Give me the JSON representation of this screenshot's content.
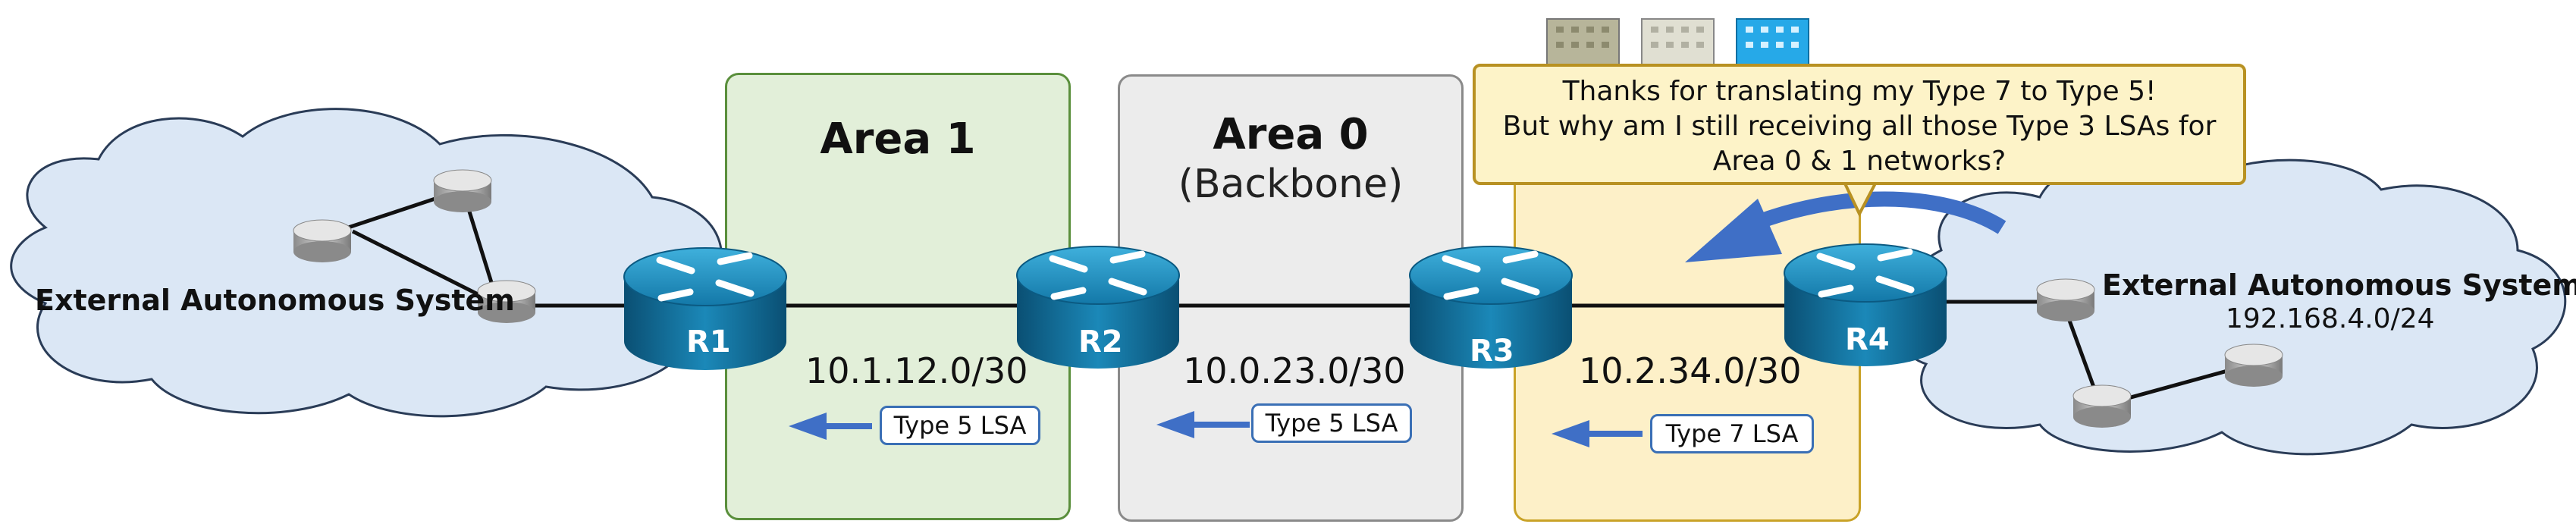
{
  "areas": {
    "area1": {
      "title": "Area 1",
      "color": "#e2efd9",
      "border": "#5a8f3c"
    },
    "area0": {
      "title": "Area 0",
      "subtitle": "(Backbone)",
      "color": "#ececec",
      "border": "#8a8a8a"
    },
    "nssa": {
      "color": "#fdf0c8",
      "border": "#c9a227"
    }
  },
  "routers": [
    "R1",
    "R2",
    "R3",
    "R4"
  ],
  "links": [
    {
      "subnet": "10.1.12.0/30",
      "lsa": "Type 5 LSA"
    },
    {
      "subnet": "10.0.23.0/30",
      "lsa": "Type 5 LSA"
    },
    {
      "subnet": "10.2.34.0/30",
      "lsa": "Type 7 LSA"
    }
  ],
  "external_left": {
    "label": "External Autonomous System"
  },
  "external_right": {
    "label": "External Autonomous System",
    "network": "192.168.4.0/24"
  },
  "callout": {
    "lines": [
      "Thanks for translating my Type 7 to Type 5!",
      "But why am I still receiving all those Type 3 LSAs for",
      "Area 0 & 1 networks?"
    ]
  },
  "colors": {
    "arrow": "#3f6fc6",
    "router_top": "#1f8fc2",
    "router_side": "#0d5d86",
    "cloud": "#dbe7f5"
  }
}
